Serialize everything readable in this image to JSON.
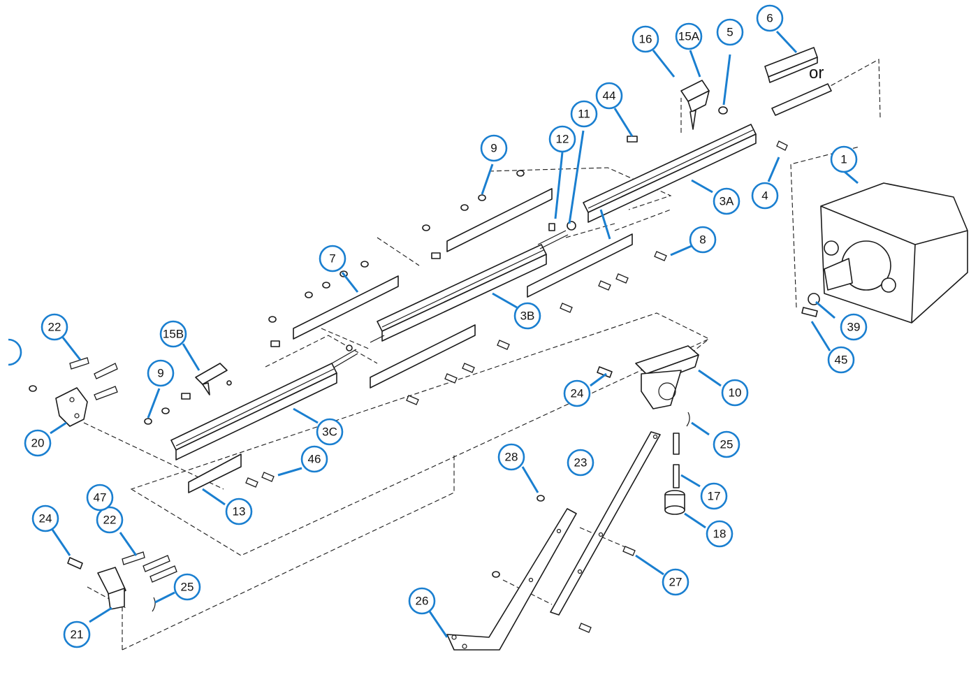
{
  "diagram": {
    "or_label": "or",
    "accent_color": "#1a7fd0",
    "callouts": [
      {
        "id": "1",
        "label": "1"
      },
      {
        "id": "3A",
        "label": "3A"
      },
      {
        "id": "3B",
        "label": "3B"
      },
      {
        "id": "3C",
        "label": "3C"
      },
      {
        "id": "4",
        "label": "4"
      },
      {
        "id": "5",
        "label": "5"
      },
      {
        "id": "6",
        "label": "6"
      },
      {
        "id": "7",
        "label": "7"
      },
      {
        "id": "8",
        "label": "8"
      },
      {
        "id": "9a",
        "label": "9"
      },
      {
        "id": "9b",
        "label": "9"
      },
      {
        "id": "10",
        "label": "10"
      },
      {
        "id": "11",
        "label": "11"
      },
      {
        "id": "12",
        "label": "12"
      },
      {
        "id": "13",
        "label": "13"
      },
      {
        "id": "15A",
        "label": "15A"
      },
      {
        "id": "15B",
        "label": "15B"
      },
      {
        "id": "16",
        "label": "16"
      },
      {
        "id": "17",
        "label": "17"
      },
      {
        "id": "18",
        "label": "18"
      },
      {
        "id": "20",
        "label": "20"
      },
      {
        "id": "21",
        "label": "21"
      },
      {
        "id": "22a",
        "label": "22"
      },
      {
        "id": "22b",
        "label": "22"
      },
      {
        "id": "23",
        "label": "23"
      },
      {
        "id": "24a",
        "label": "24"
      },
      {
        "id": "24b",
        "label": "24"
      },
      {
        "id": "25a",
        "label": "25"
      },
      {
        "id": "25b",
        "label": "25"
      },
      {
        "id": "26",
        "label": "26"
      },
      {
        "id": "27",
        "label": "27"
      },
      {
        "id": "28",
        "label": "28"
      },
      {
        "id": "39",
        "label": "39"
      },
      {
        "id": "44",
        "label": "44"
      },
      {
        "id": "45",
        "label": "45"
      },
      {
        "id": "46",
        "label": "46"
      },
      {
        "id": "47",
        "label": "47"
      }
    ]
  }
}
